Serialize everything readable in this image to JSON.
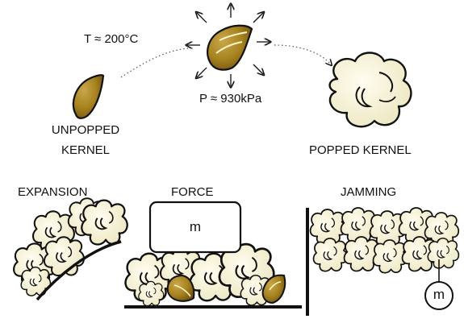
{
  "top": {
    "temperature_label": "T ≈ 200°C",
    "pressure_label": "P ≈ 930kPa",
    "unpopped_line1": "UNPOPPED",
    "unpopped_line2": "KERNEL",
    "popped_label": "POPPED KERNEL"
  },
  "bottom": {
    "expansion_title": "EXPANSION",
    "force_title": "FORCE",
    "jamming_title": "JAMMING",
    "force_mass_label": "m",
    "jamming_mass_label": "m"
  },
  "colors": {
    "kernel_dark": "#6e5010",
    "kernel_mid": "#a7841f",
    "kernel_light": "#c9a64a",
    "popcorn_fill": "#fbf8e1",
    "popcorn_shade": "#ece6bf",
    "outline": "#111111"
  }
}
